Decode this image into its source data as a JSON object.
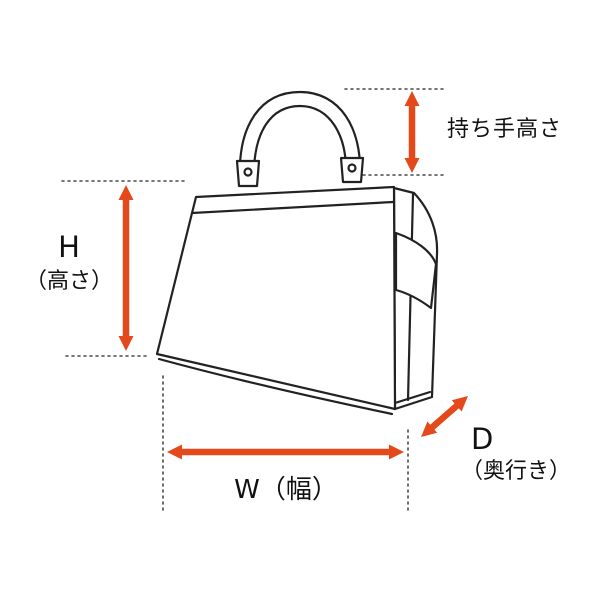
{
  "labels": {
    "handle_height": "持ち手高さ",
    "height_symbol": "H",
    "height_caption": "（高さ）",
    "width": "W（幅）",
    "depth_symbol": "D",
    "depth_caption": "（奥行き）"
  },
  "colors": {
    "arrow": "#e3491a",
    "line": "#222222",
    "guide": "#4a4a4a"
  }
}
